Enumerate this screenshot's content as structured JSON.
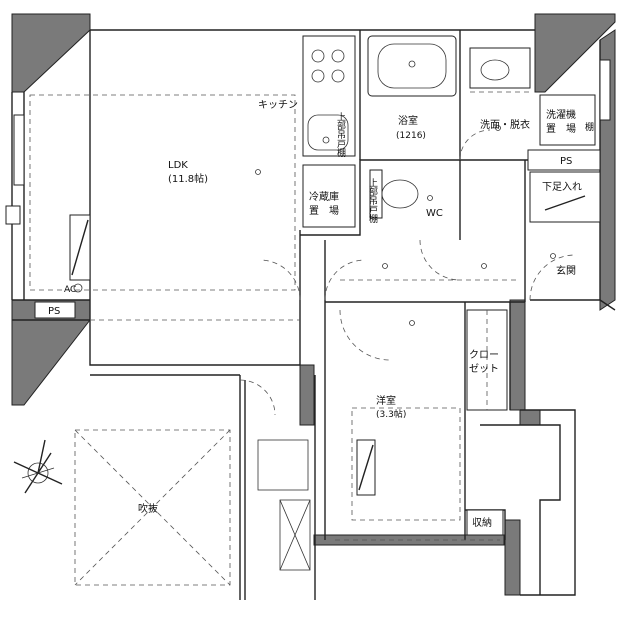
{
  "rooms": {
    "ldk": "LDK",
    "ldk_size": "(11.8帖)",
    "kitchen": "キッチン",
    "bath": "浴室",
    "bath_size": "(1216)",
    "wash": "洗面・脱衣",
    "washer_a": "洗濯機",
    "washer_b": "置　場",
    "wc": "WC",
    "fridge_a": "冷蔵庫",
    "fridge_b": "置　場",
    "ps_top": "PS",
    "ps_left": "PS",
    "shoe": "下足入れ",
    "entrance": "玄関",
    "closet_a": "クロー",
    "closet_b": "ゼット",
    "western": "洋室",
    "western_size": "(3.3帖)",
    "storage": "収納",
    "void": "吹抜",
    "upper_cab_a": "上部吊戸棚",
    "upper_cab_b": "上部吊戸棚",
    "shelf": "棚",
    "ac": "AC"
  }
}
